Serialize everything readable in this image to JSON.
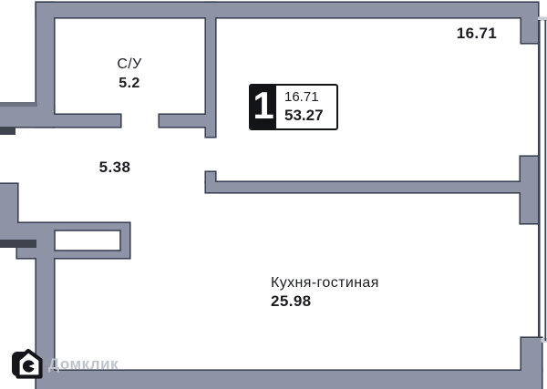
{
  "rooms": {
    "bathroom": {
      "name": "С/У",
      "area": "5.2"
    },
    "hallway": {
      "area": "5.38"
    },
    "bedroom": {
      "area": "16.71"
    },
    "kitchen_living": {
      "name": "Кухня-гостиная",
      "area": "25.98"
    }
  },
  "info_badge": {
    "rooms_count": "1",
    "living_area": "16.71",
    "total_area": "53.27"
  },
  "watermark": {
    "brand": "Домклик"
  },
  "colors": {
    "wall": "#8e94a6",
    "wall-outline": "#3b4255",
    "wall-dark": "#3f434e",
    "wall-shadow": "#6e7382",
    "window-cap": "#c9ccd3",
    "text": "#1c1d21",
    "watermark": "#bfc3cb",
    "badge-bg": "#131417"
  }
}
